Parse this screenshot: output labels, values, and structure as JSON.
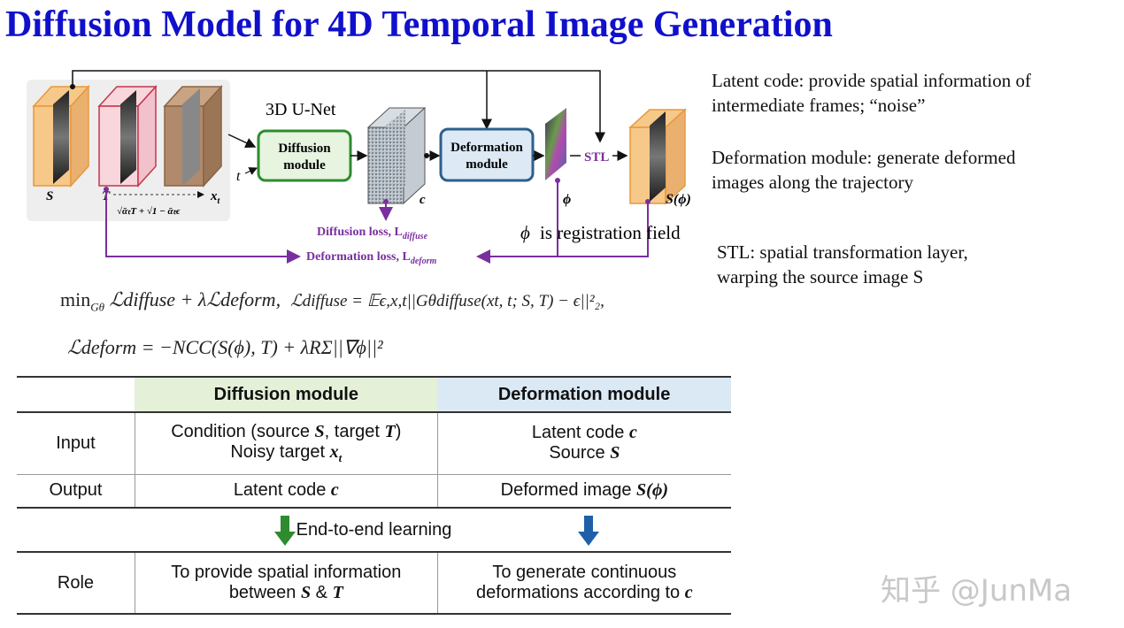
{
  "title": "Diffusion Model for 4D Temporal Image Generation",
  "notes": {
    "latent_line1": "Latent code: provide spatial information of",
    "latent_line2": "intermediate frames; “noise”",
    "deform_line1": "Deformation module: generate deformed",
    "deform_line2": "images along the trajectory",
    "stl_line1": "STL: spatial transformation layer,",
    "stl_line2": "warping the source image S"
  },
  "diagram": {
    "unet_label": "3D U-Net",
    "diffusion_box": [
      "Diffusion",
      "module"
    ],
    "deformation_box": [
      "Deformation",
      "module"
    ],
    "stl_label": "STL",
    "S_label": "S",
    "T_label": "T",
    "xt_label": "x",
    "xt_sub": "t",
    "t_label": "t",
    "c_label": "c",
    "phi_label": "ϕ",
    "Sphi_label": "S(ϕ)",
    "noise_formula": "√ᾱₜT + √1 − ᾱₜϵ",
    "registration_note": "is registration field",
    "registration_phi": "ϕ",
    "diffusion_loss": "Diffusion loss, L",
    "diffusion_loss_sub": "diffuse",
    "deformation_loss": "Deformation loss, L",
    "deformation_loss_sub": "deform",
    "colors": {
      "orange": "#f6c88a",
      "orange_border": "#e8983a",
      "pink": "#f8d6dc",
      "pink_border": "#c4364c",
      "brown": "#b08a6a",
      "green": "#2e8b2e",
      "green_fill": "#e6f4e0",
      "blue_border": "#2d5f8c",
      "blue_fill": "#dde9f4",
      "purple": "#7a2f9e"
    }
  },
  "equations": {
    "line1_part1": "min",
    "line1_sub": "G",
    "line1_part2": "ℒdiffuse + λℒdeform,",
    "line1_part3": "ℒdiffuse = 𝔼ϵ,x,t||Gθdiffuse(xt, t; S, T) − ϵ||²₂,",
    "line2": "ℒdeform = −NCC(S(ϕ), T) + λRΣ||∇ϕ||²"
  },
  "table": {
    "headers": [
      "",
      "Diffusion module",
      "Deformation module"
    ],
    "input_label": "Input",
    "input_diff_1": "Condition (source ",
    "input_diff_1b": "S",
    "input_diff_1c": ", target ",
    "input_diff_1d": "T",
    "input_diff_1e": ")",
    "input_diff_2": "Noisy target ",
    "input_diff_2b": "x",
    "input_diff_2c": "t",
    "input_def_1": "Latent code ",
    "input_def_1b": "c",
    "input_def_2": "Source ",
    "input_def_2b": "S",
    "output_label": "Output",
    "output_diff": "Latent code ",
    "output_diff_b": "c",
    "output_def": "Deformed image ",
    "output_def_b": "S",
    "output_def_c": "(ϕ)",
    "e2e": "End-to-end learning",
    "role_label": "Role",
    "role_diff_1": "To provide spatial information",
    "role_diff_2a": "between ",
    "role_diff_2b": "S",
    "role_diff_2c": " & ",
    "role_diff_2d": "T",
    "role_def_1": "To generate continuous",
    "role_def_2a": "deformations according to ",
    "role_def_2b": "c",
    "arrow_green": "#2e8b2e",
    "arrow_blue": "#1f5fa8"
  },
  "watermark": "知乎 @JunMa"
}
